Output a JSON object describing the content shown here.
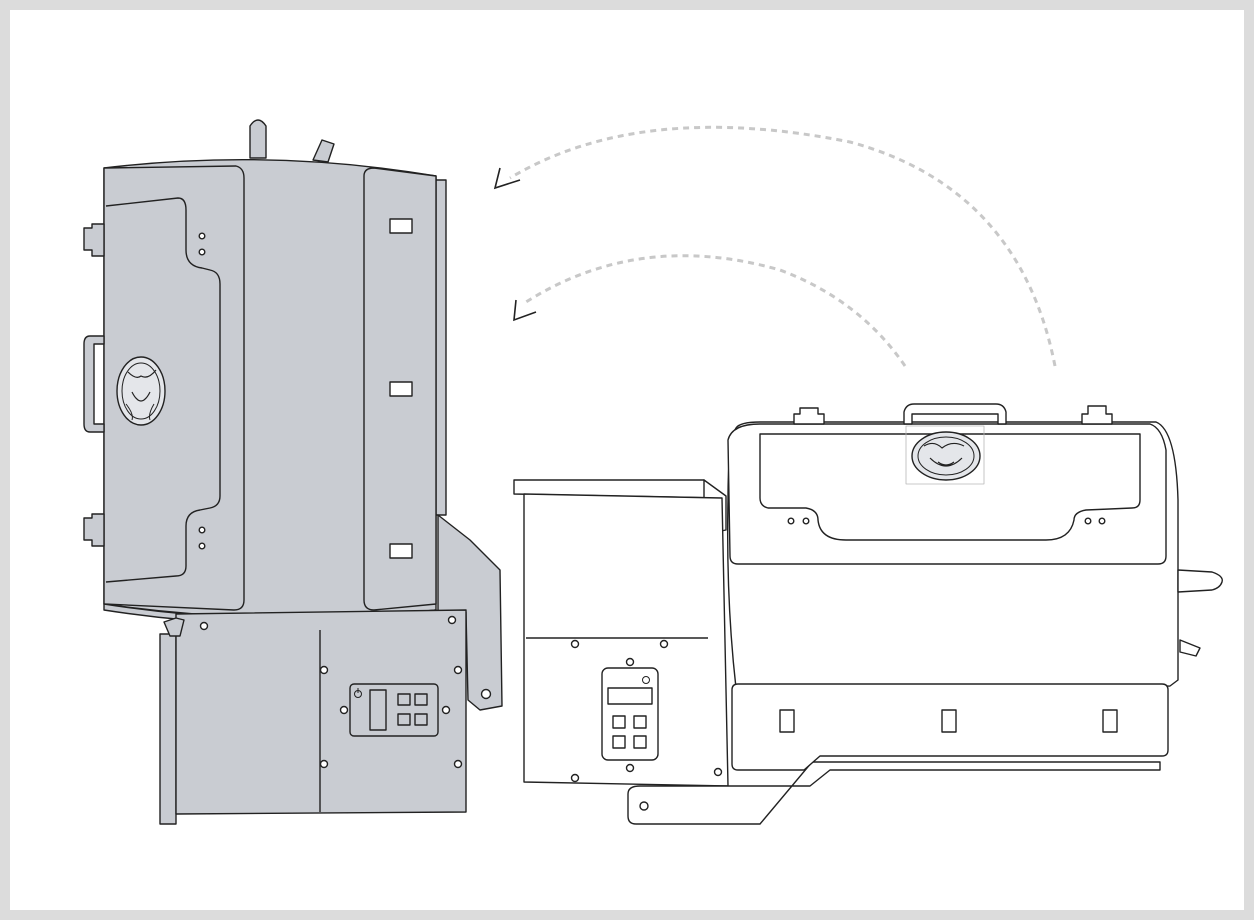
{
  "colors": {
    "frame": "#dcdcdc",
    "background": "#ffffff",
    "body_fill": "#c9ccd2",
    "outline": "#222222",
    "arrow_dash": "#c8c8c8",
    "panel_fill": "#ffffff"
  },
  "figure": {
    "left_view": {
      "name": "smoker-upright-side-view"
    },
    "right_view": {
      "name": "smoker-horizontal-front-view"
    },
    "arrows": {
      "count": 2,
      "direction": "counter-clockwise"
    },
    "logo": {
      "icon": "bull-head-emblem"
    }
  }
}
